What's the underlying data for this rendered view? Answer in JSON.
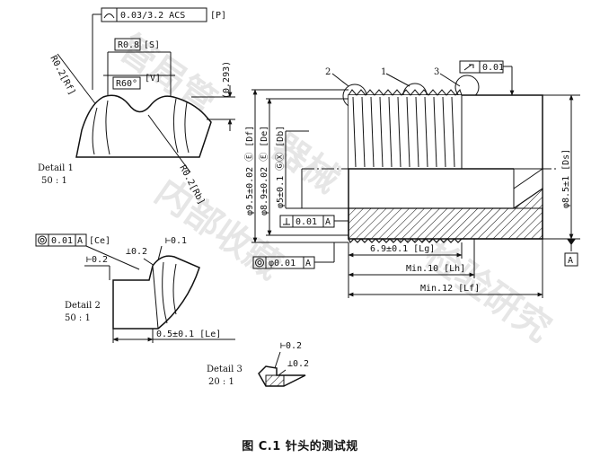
{
  "figure": {
    "caption": "图 C.1 针头的测试规"
  },
  "watermark": {
    "line1": "管局管",
    "line2": "器械",
    "line3": "内部收藏",
    "line4": "检验研究"
  },
  "detail1": {
    "label": "Detail 1",
    "scale": "50 : 1",
    "profile_tol": "0.03/3.2 ACS",
    "profile_ref": "[P]",
    "r08": "R0.8",
    "r08_ref": "[S]",
    "angle": "R60°",
    "angle_ref": "[V]",
    "rf_label": "R0.2[Rf]",
    "rb_label": "R0.2[Rb]",
    "height": "(0.293)"
  },
  "detail2": {
    "label": "Detail 2",
    "scale": "50 : 1",
    "conc_tol": "0.01",
    "datum": "A",
    "conc_ref": "[Ce]",
    "chamfer_a": "⊥0.2",
    "chamfer_b": "⊢0.1",
    "chamfer_c": "⊢0.2",
    "length": "0.5±0.1 [Le]"
  },
  "detail3": {
    "label": "Detail 3",
    "scale": "20 : 1",
    "chamfer_a": "⊢0.2",
    "chamfer_b": "⊥0.2"
  },
  "main": {
    "callout_1": "1",
    "callout_2": "2",
    "callout_3": "3",
    "runout_tol": "0.01",
    "dia_df": "φ9.5±0.02 Ⓔ [Df]",
    "dia_de": "φ8.9±0.02 Ⓔ [De]",
    "dia_db": "φ5±0.1 ⒼⓍ [Db]",
    "dia_ds": "φ8.5±1 [Ds]",
    "perp_tol": "0.01",
    "perp_datum": "A",
    "coax_tol": "φ0.01",
    "coax_datum": "A",
    "len_lg": "6.9±0.1 [Lg]",
    "len_lh": "Min.10 [Lh]",
    "len_lf": "Min.12 [Lf]",
    "datum_a": "A"
  }
}
